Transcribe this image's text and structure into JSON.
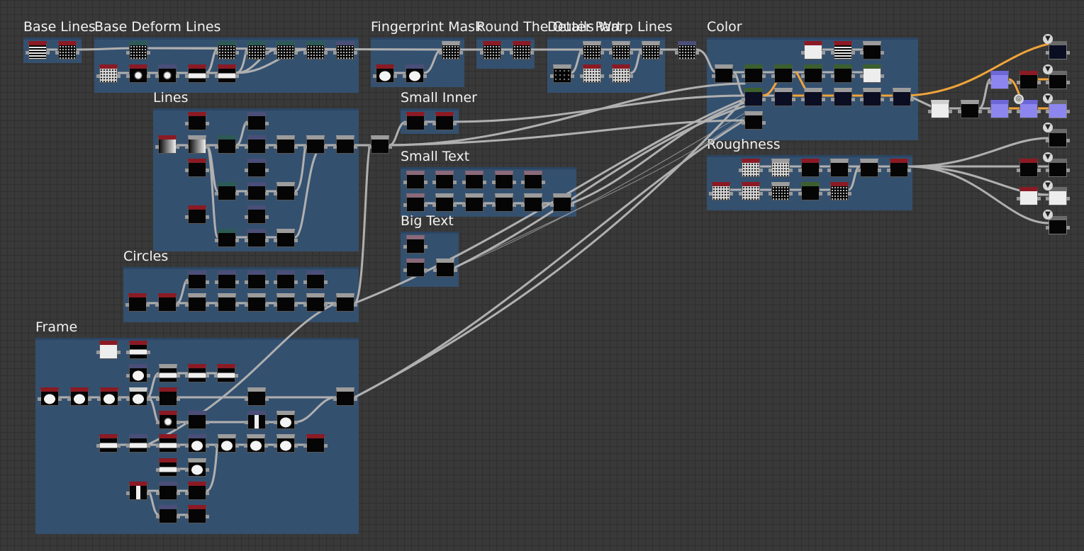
{
  "frames": [
    {
      "id": "base-lines",
      "title": "Base Lines"
    },
    {
      "id": "base-deform-lines",
      "title": "Base Deform Lines"
    },
    {
      "id": "fingerprint-mask",
      "title": "Fingerprint Mask"
    },
    {
      "id": "round-the-outer-part",
      "title": "Round The Outer Part"
    },
    {
      "id": "details-warp-lines",
      "title": "Details Warp Lines"
    },
    {
      "id": "color",
      "title": "Color"
    },
    {
      "id": "lines",
      "title": "Lines"
    },
    {
      "id": "small-inner",
      "title": "Small Inner"
    },
    {
      "id": "small-text",
      "title": "Small Text"
    },
    {
      "id": "big-text",
      "title": "Big Text"
    },
    {
      "id": "roughness",
      "title": "Roughness"
    },
    {
      "id": "circles",
      "title": "Circles"
    },
    {
      "id": "frame",
      "title": "Frame"
    }
  ],
  "colors": {
    "background": "#393939",
    "frame_fill": "#34506f",
    "wire": "#b0b0b0",
    "wire_highlight": "#f0a43a",
    "header_red": "#8b1a24",
    "header_blue": "#4a4e78",
    "header_green": "#3c5f2e",
    "purple_node": "#8d86ef"
  },
  "icons": {
    "output_node": "output-node-icon",
    "node_preview": "texture-thumbnail-icon"
  }
}
